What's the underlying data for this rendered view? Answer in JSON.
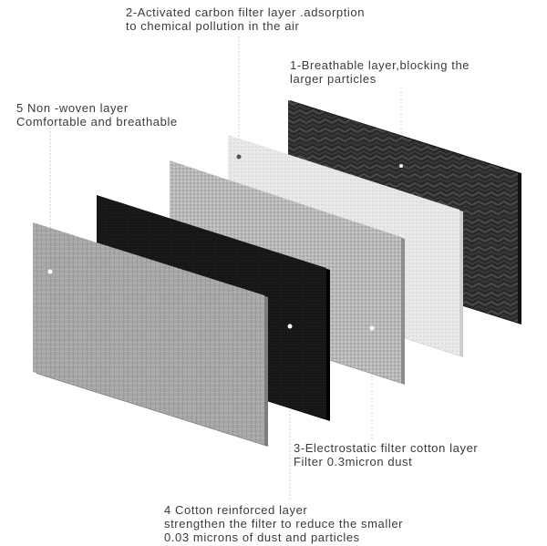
{
  "layers": [
    {
      "id": "layer-1",
      "lines": [
        "1-Breathable layer,blocking the",
        "larger particles"
      ],
      "color": "#2f2f2f"
    },
    {
      "id": "layer-2",
      "lines": [
        "2-Activated carbon filter layer .adsorption",
        "to chemical pollution in the air"
      ],
      "color": "#e6e6e6"
    },
    {
      "id": "layer-3",
      "lines": [
        "3-Electrostatic filter cotton layer",
        "Filter 0.3micron dust"
      ],
      "color": "#b4b4b4"
    },
    {
      "id": "layer-4",
      "lines": [
        "4 Cotton reinforced layer",
        "strengthen the filter to reduce the smaller",
        "0.03 microns of dust and particles"
      ],
      "color": "#1c1c1c"
    },
    {
      "id": "layer-5",
      "lines": [
        "5 Non -woven layer",
        "Comfortable and breathable"
      ],
      "color": "#a4a4a4"
    }
  ]
}
